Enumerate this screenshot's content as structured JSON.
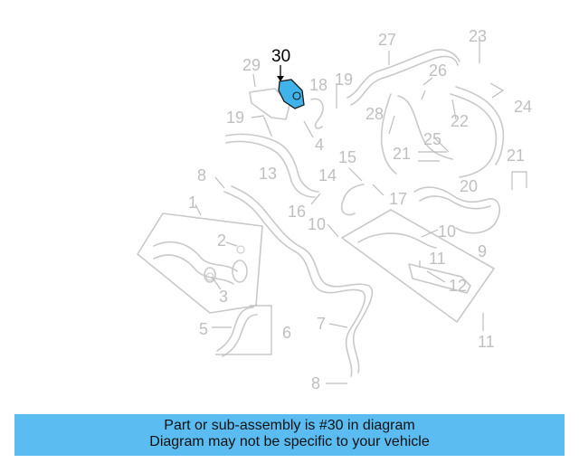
{
  "highlight": {
    "label": "30",
    "color": "#3fb3ea"
  },
  "callouts": {
    "c1": "1",
    "c2": "2",
    "c3": "3",
    "c4": "4",
    "c5": "5",
    "c6": "6",
    "c7": "7",
    "c8a": "8",
    "c8b": "8",
    "c9": "9",
    "c10a": "10",
    "c10b": "10",
    "c11a": "11",
    "c11b": "11",
    "c12": "12",
    "c13": "13",
    "c14": "14",
    "c15": "15",
    "c16": "16",
    "c17": "17",
    "c18": "18",
    "c19a": "19",
    "c19b": "19",
    "c20": "20",
    "c21a": "21",
    "c21b": "21",
    "c22": "22",
    "c23": "23",
    "c24": "24",
    "c25": "25",
    "c26": "26",
    "c27": "27",
    "c28": "28",
    "c29": "29"
  },
  "banner": {
    "line1": "Part or sub-assembly is #30 in diagram",
    "line2": "Diagram may not be specific to your vehicle",
    "color": "#5bbcf2"
  }
}
